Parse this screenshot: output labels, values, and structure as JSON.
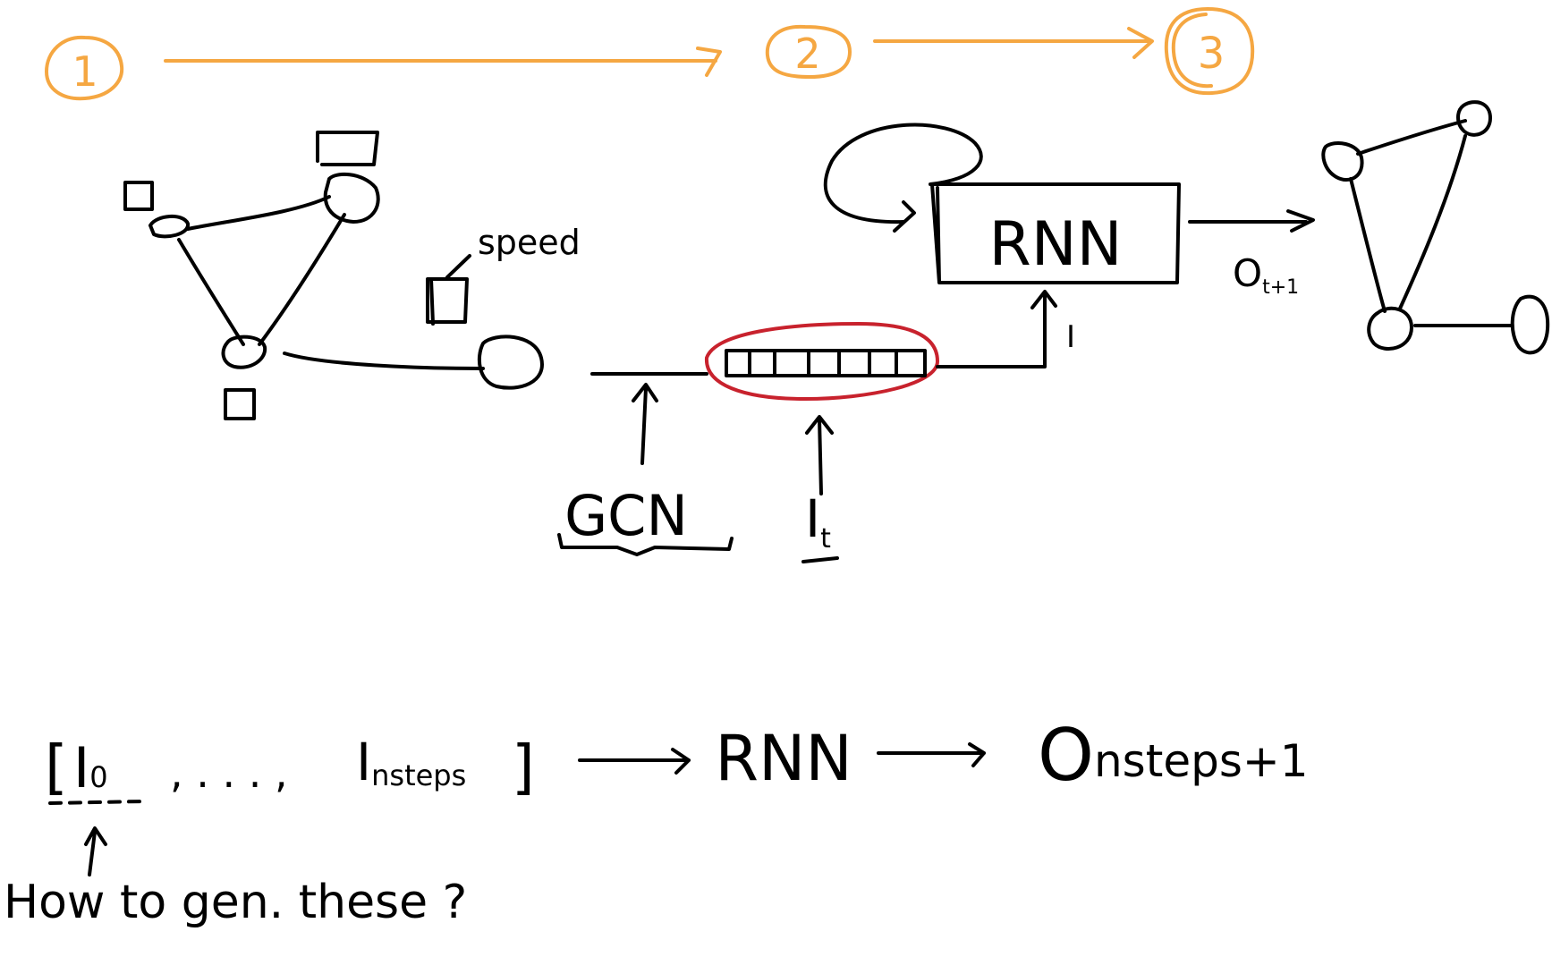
{
  "colors": {
    "ink": "#000000",
    "accent_orange": "#f5a742",
    "highlight_red": "#c8222d",
    "background": "#ffffff"
  },
  "steps": [
    "1",
    "2",
    "3"
  ],
  "labels": {
    "speed": "speed",
    "gcn": "GCN",
    "input_t": "I",
    "input_t_sub": "t",
    "rnn_box": "RNN",
    "rnn_input": "I",
    "output": "O",
    "output_sub": "t+1"
  },
  "formula": {
    "open": "[",
    "first": "I",
    "first_sub": "0",
    "ellipsis": ", . . . ,",
    "last": "I",
    "last_sub": "nsteps",
    "close": "]",
    "model": "RNN",
    "result": "O",
    "result_sub": "nsteps+1"
  },
  "question": "How to gen. these ?"
}
